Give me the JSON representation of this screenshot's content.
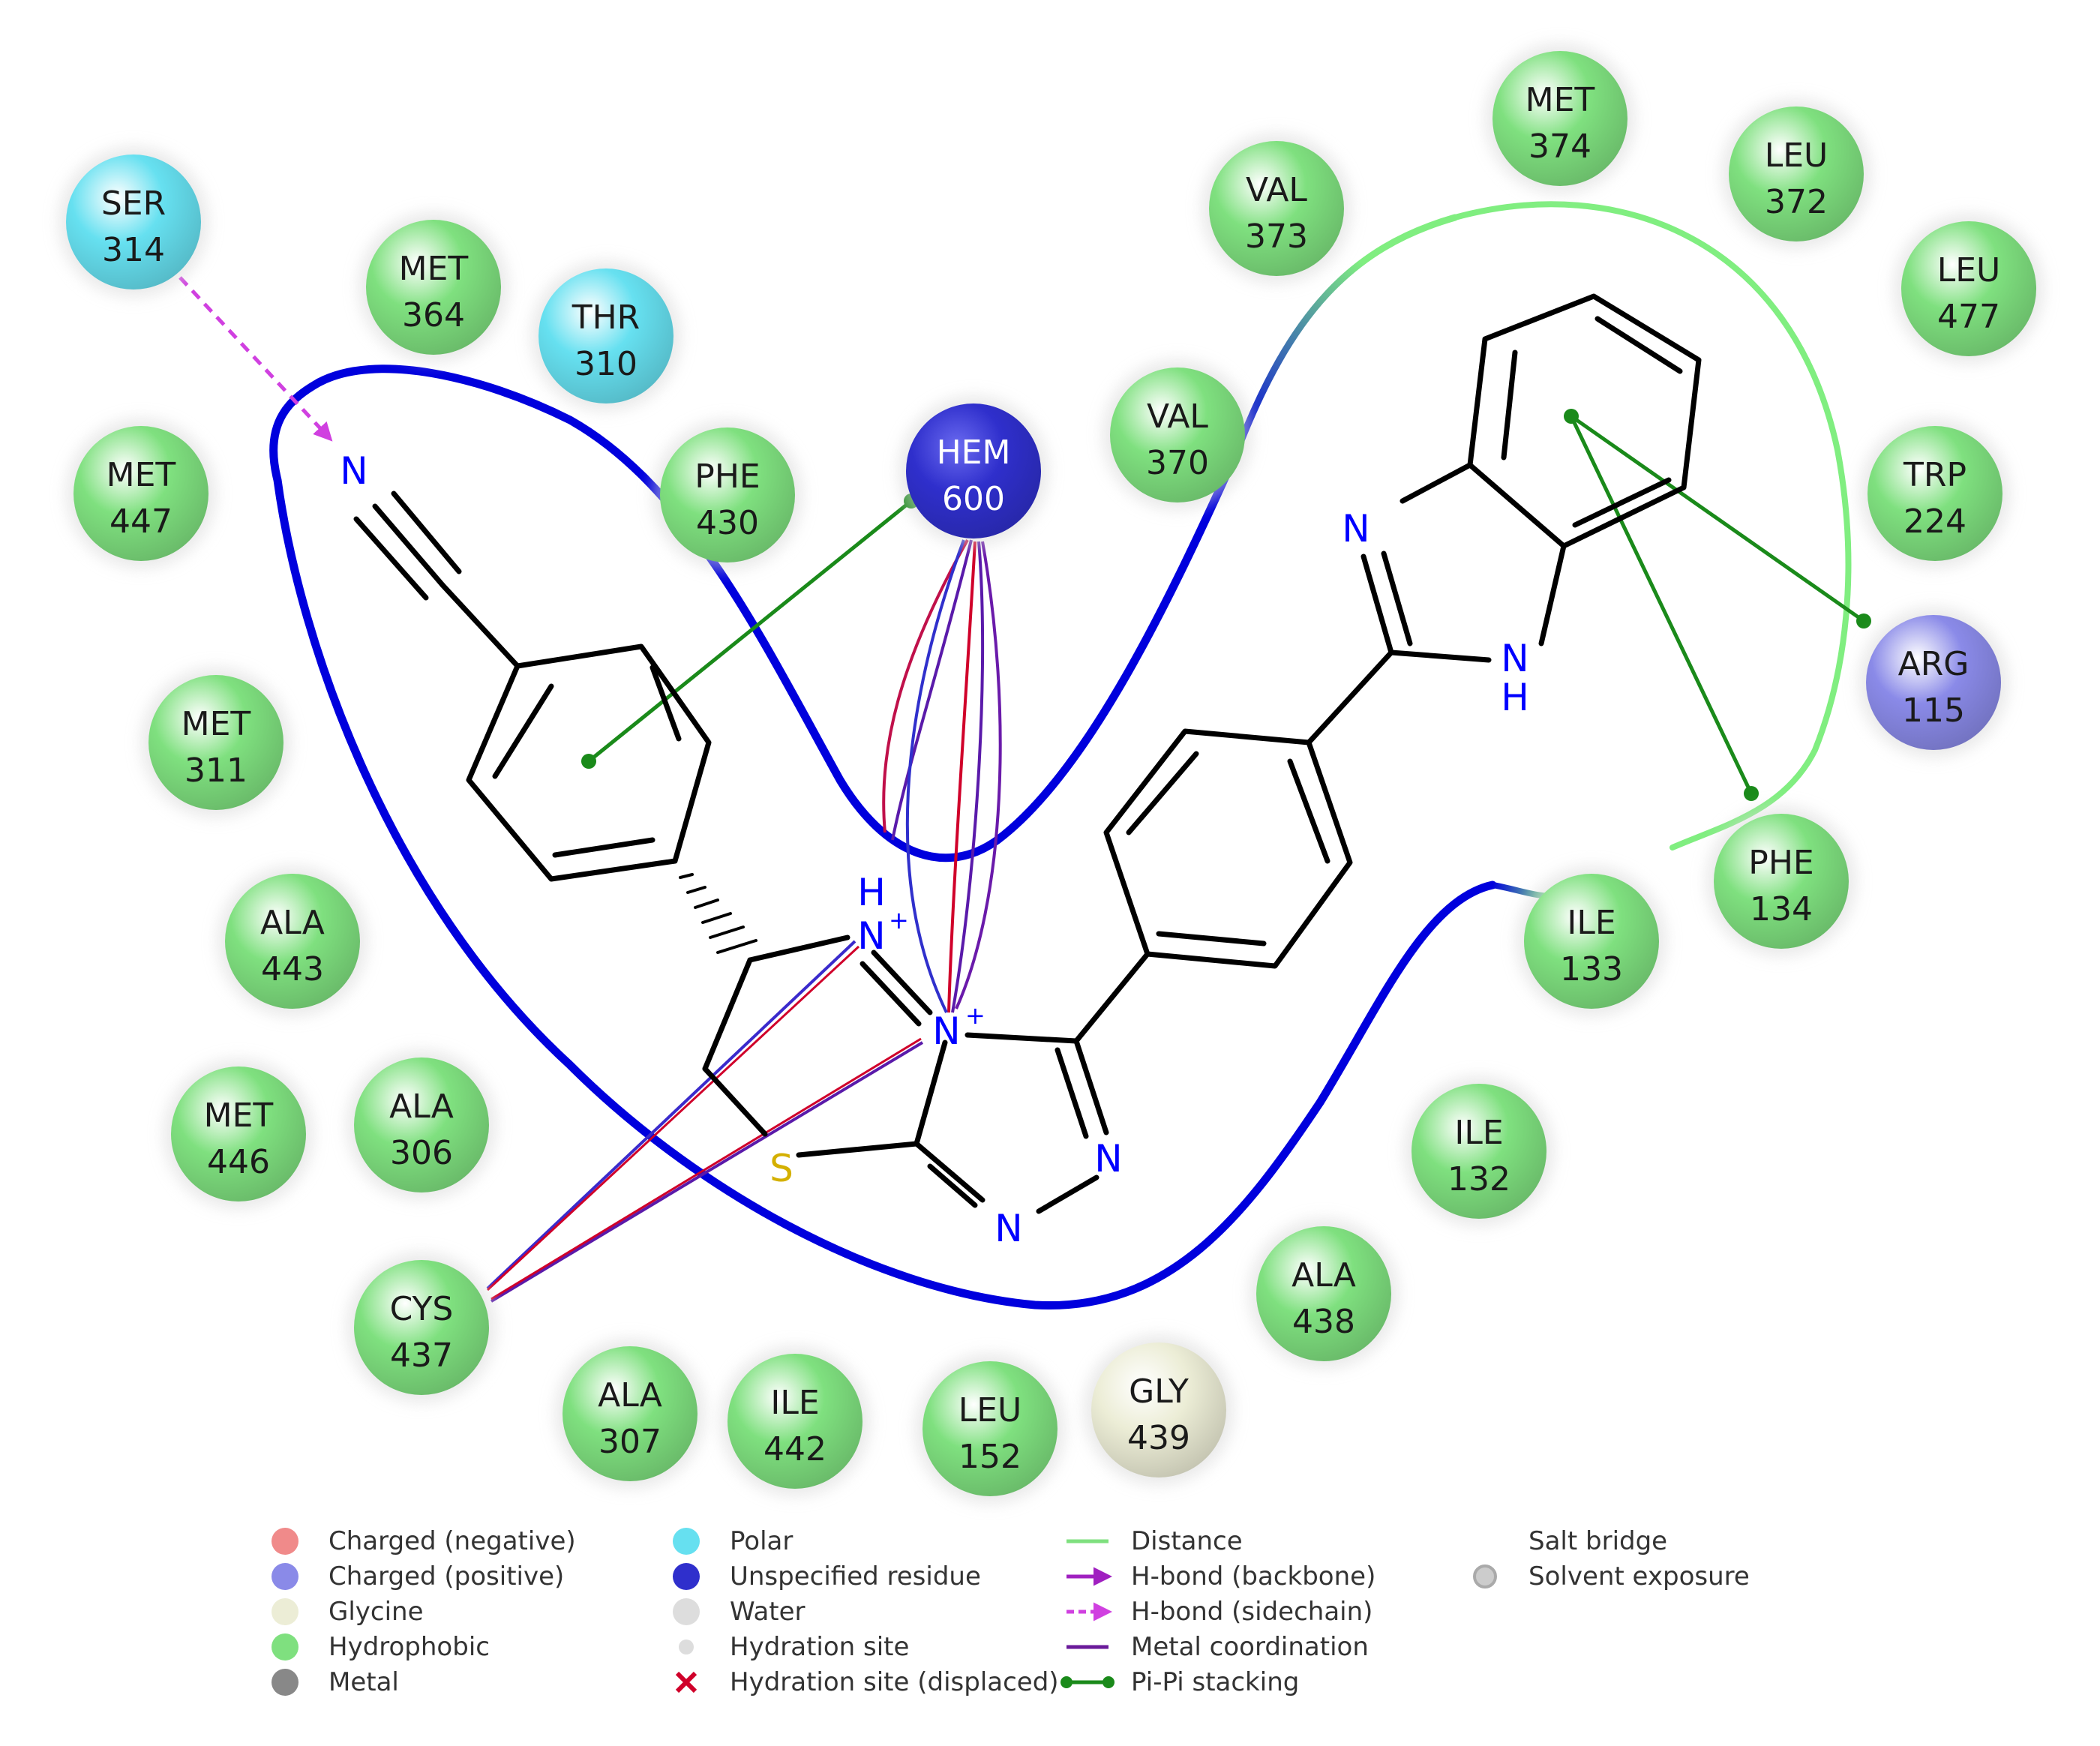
{
  "colors": {
    "hydrophobic": "#7fe07f",
    "polar": "#66e0f0",
    "charged_positive": "#8a8ae8",
    "charged_negative": "#f08a8a",
    "glycine": "#ecedd6",
    "unspecified": "#2f2fcc",
    "water": "#dddddd",
    "metal": "#888888",
    "pocket": "#0000dd",
    "pocket_exposed": "#80ee80",
    "bond": "#000000",
    "nitrogen": "#0000ff",
    "sulfur": "#d4b000",
    "pi_pi": "#1a8a1a",
    "hbond_side": "#d040e0",
    "hbond_back": "#a020c0",
    "salt_bridge": "#d0002a",
    "metal_coord": "#6a1a9a"
  },
  "residues": [
    {
      "id": "ser314",
      "name": "SER",
      "num": "314",
      "type": "polar"
    },
    {
      "id": "met364",
      "name": "MET",
      "num": "364",
      "type": "hydrophobic"
    },
    {
      "id": "thr310",
      "name": "THR",
      "num": "310",
      "type": "polar"
    },
    {
      "id": "met447",
      "name": "MET",
      "num": "447",
      "type": "hydrophobic"
    },
    {
      "id": "phe430",
      "name": "PHE",
      "num": "430",
      "type": "hydrophobic"
    },
    {
      "id": "hem600",
      "name": "HEM",
      "num": "600",
      "type": "unspecified"
    },
    {
      "id": "val370",
      "name": "VAL",
      "num": "370",
      "type": "hydrophobic"
    },
    {
      "id": "val373",
      "name": "VAL",
      "num": "373",
      "type": "hydrophobic"
    },
    {
      "id": "met374",
      "name": "MET",
      "num": "374",
      "type": "hydrophobic"
    },
    {
      "id": "leu372",
      "name": "LEU",
      "num": "372",
      "type": "hydrophobic"
    },
    {
      "id": "leu477",
      "name": "LEU",
      "num": "477",
      "type": "hydrophobic"
    },
    {
      "id": "trp224",
      "name": "TRP",
      "num": "224",
      "type": "hydrophobic"
    },
    {
      "id": "arg115",
      "name": "ARG",
      "num": "115",
      "type": "charged_positive"
    },
    {
      "id": "phe134",
      "name": "PHE",
      "num": "134",
      "type": "hydrophobic"
    },
    {
      "id": "ile133",
      "name": "ILE",
      "num": "133",
      "type": "hydrophobic"
    },
    {
      "id": "met311",
      "name": "MET",
      "num": "311",
      "type": "hydrophobic"
    },
    {
      "id": "ala443",
      "name": "ALA",
      "num": "443",
      "type": "hydrophobic"
    },
    {
      "id": "met446",
      "name": "MET",
      "num": "446",
      "type": "hydrophobic"
    },
    {
      "id": "ala306",
      "name": "ALA",
      "num": "306",
      "type": "hydrophobic"
    },
    {
      "id": "cys437",
      "name": "CYS",
      "num": "437",
      "type": "hydrophobic"
    },
    {
      "id": "ala307",
      "name": "ALA",
      "num": "307",
      "type": "hydrophobic"
    },
    {
      "id": "ile442",
      "name": "ILE",
      "num": "442",
      "type": "hydrophobic"
    },
    {
      "id": "leu152",
      "name": "LEU",
      "num": "152",
      "type": "hydrophobic"
    },
    {
      "id": "gly439",
      "name": "GLY",
      "num": "439",
      "type": "glycine"
    },
    {
      "id": "ala438",
      "name": "ALA",
      "num": "438",
      "type": "hydrophobic"
    },
    {
      "id": "ile132",
      "name": "ILE",
      "num": "132",
      "type": "hydrophobic"
    }
  ],
  "atoms": {
    "n_nitrile": "N",
    "n_bim1": "N",
    "n_bim2": "N",
    "h_bim2": "H",
    "h_nplus": "H",
    "n_plus1": "N",
    "plus1": "+",
    "n_plus2": "N",
    "plus2": "+",
    "n_tri1": "N",
    "n_tri2": "N",
    "s_thio": "S"
  },
  "legend": [
    {
      "label": "Charged (negative)",
      "symbol": "circle",
      "color": "charged_negative"
    },
    {
      "label": "Charged (positive)",
      "symbol": "circle",
      "color": "charged_positive"
    },
    {
      "label": "Glycine",
      "symbol": "circle",
      "color": "glycine"
    },
    {
      "label": "Hydrophobic",
      "symbol": "circle",
      "color": "hydrophobic"
    },
    {
      "label": "Metal",
      "symbol": "circle",
      "color": "metal"
    },
    {
      "label": "Polar",
      "symbol": "circle",
      "color": "polar"
    },
    {
      "label": "Unspecified residue",
      "symbol": "circle",
      "color": "unspecified"
    },
    {
      "label": "Water",
      "symbol": "circle",
      "color": "water"
    },
    {
      "label": "Hydration site",
      "symbol": "circle-small",
      "color": "water"
    },
    {
      "label": "Hydration site (displaced)",
      "symbol": "cross",
      "color": "salt_bridge"
    },
    {
      "label": "Distance",
      "symbol": "line",
      "color": "hydrophobic"
    },
    {
      "label": "H-bond (backbone)",
      "symbol": "arrow",
      "color": "hbond_back"
    },
    {
      "label": "H-bond (sidechain)",
      "symbol": "arrow-dash",
      "color": "hbond_side"
    },
    {
      "label": "Metal coordination",
      "symbol": "line",
      "color": "metal_coord"
    },
    {
      "label": "Pi-Pi stacking",
      "symbol": "dotline",
      "color": "pi_pi"
    },
    {
      "label": "Salt bridge",
      "symbol": "line-grad",
      "color": "salt_bridge"
    },
    {
      "label": "Solvent exposure",
      "symbol": "halo",
      "color": "water"
    }
  ]
}
